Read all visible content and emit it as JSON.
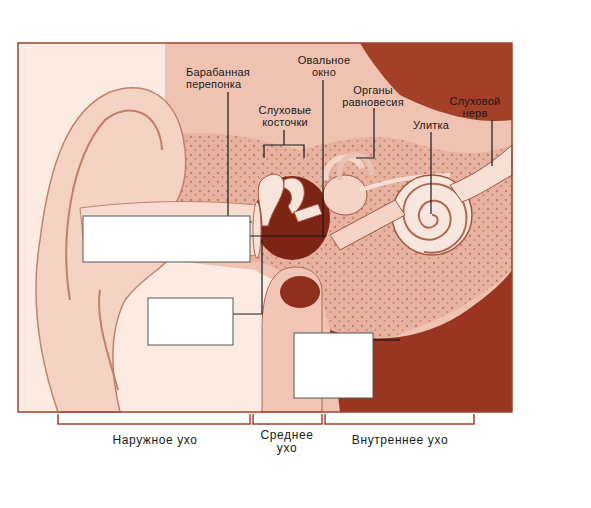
{
  "diagram": {
    "labels": [
      "Барабанная перепонка",
      "Овальное окно",
      "Слуховые косточки",
      "Органы равновесия",
      "Улитка",
      "Слуховой нерв",
      "Наружное ухо",
      "Среднее ухо",
      "Внутреннее ухо"
    ]
  }
}
